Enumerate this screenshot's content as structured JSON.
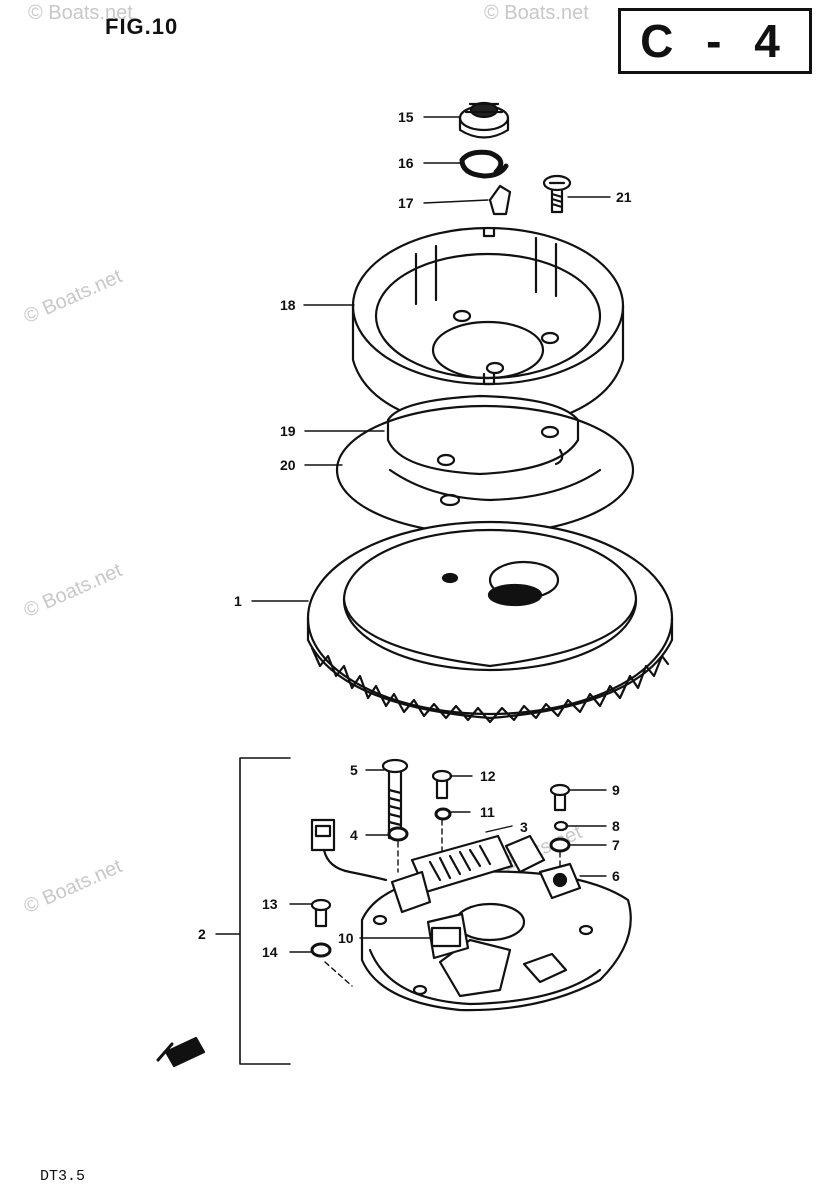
{
  "figure": {
    "title": "FIG.10",
    "section_code": "C - 4",
    "model": "DT3.5"
  },
  "watermark": "© Boats.net",
  "callouts": [
    {
      "id": "15",
      "label": "15"
    },
    {
      "id": "16",
      "label": "16"
    },
    {
      "id": "17",
      "label": "17"
    },
    {
      "id": "21",
      "label": "21"
    },
    {
      "id": "18",
      "label": "18"
    },
    {
      "id": "19",
      "label": "19"
    },
    {
      "id": "20",
      "label": "20"
    },
    {
      "id": "1",
      "label": "1"
    },
    {
      "id": "5",
      "label": "5"
    },
    {
      "id": "12",
      "label": "12"
    },
    {
      "id": "9",
      "label": "9"
    },
    {
      "id": "11",
      "label": "11"
    },
    {
      "id": "3",
      "label": "3"
    },
    {
      "id": "8",
      "label": "8"
    },
    {
      "id": "4",
      "label": "4"
    },
    {
      "id": "7",
      "label": "7"
    },
    {
      "id": "6",
      "label": "6"
    },
    {
      "id": "13",
      "label": "13"
    },
    {
      "id": "2",
      "label": "2"
    },
    {
      "id": "10",
      "label": "10"
    },
    {
      "id": "14",
      "label": "14"
    }
  ],
  "colors": {
    "ink": "#111111",
    "watermark": "#c8c8c8",
    "background": "#ffffff"
  }
}
